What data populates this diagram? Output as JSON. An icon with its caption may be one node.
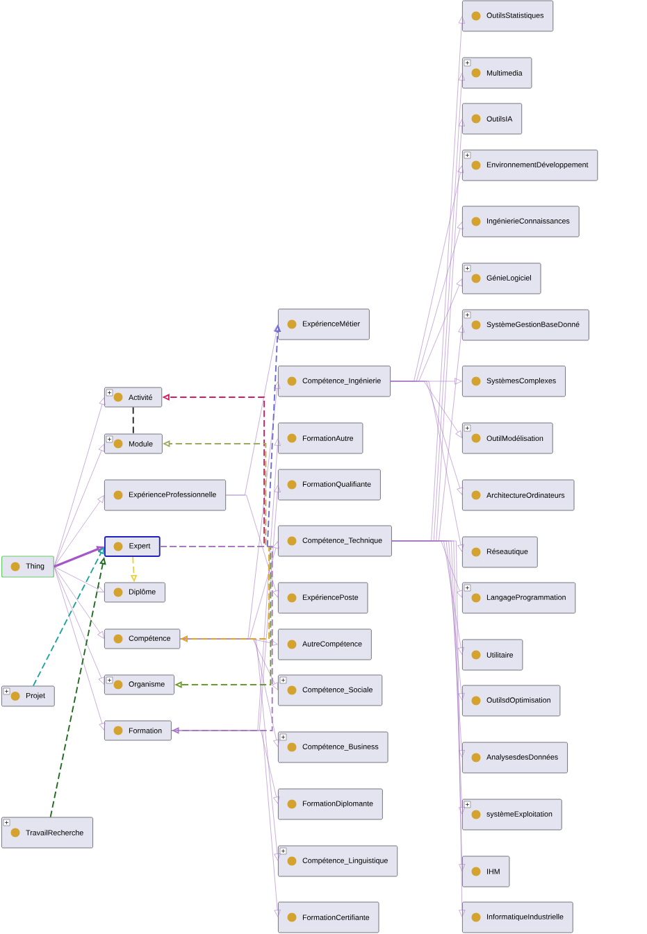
{
  "diagram": {
    "nodes": [
      {
        "text": [
          "Thing"
        ]
      },
      {
        "text": [
          "Activité"
        ]
      },
      {
        "text": [
          "Module"
        ]
      },
      {
        "text": [
          "ExpérienceProfessionnelle"
        ]
      },
      {
        "text": [
          "Expert"
        ]
      },
      {
        "text": [
          "Diplôme"
        ]
      },
      {
        "text": [
          "Compétence"
        ]
      },
      {
        "text": [
          "Organisme"
        ]
      },
      {
        "text": [
          "Formation"
        ]
      },
      {
        "text": [
          "Projet"
        ]
      },
      {
        "text": [
          "TravailRecherche"
        ]
      },
      {
        "text": [
          "ExpérienceMétier"
        ]
      },
      {
        "text": [
          "Compétence_Ingénierie"
        ]
      },
      {
        "text": [
          "FormationAutre"
        ]
      },
      {
        "text": [
          "FormationQualifiante"
        ]
      },
      {
        "text": [
          "Compétence_Technique"
        ]
      },
      {
        "text": [
          "ExpériencePoste"
        ]
      },
      {
        "text": [
          "AutreCompétence"
        ]
      },
      {
        "text": [
          "Compétence_Sociale"
        ]
      },
      {
        "text": [
          "Compétence_Business"
        ]
      },
      {
        "text": [
          "FormationDiplomante"
        ]
      },
      {
        "text": [
          "Compétence_Linguistique"
        ]
      },
      {
        "text": [
          "FormationCertifiante"
        ]
      },
      {
        "text": [
          "OutilsStatistiques"
        ]
      },
      {
        "text": [
          "Multimedia"
        ]
      },
      {
        "text": [
          "OutilsIA"
        ]
      },
      {
        "text": [
          "EnvironnementDéveloppement"
        ]
      },
      {
        "text": [
          "IngénierieConnaissances"
        ]
      },
      {
        "text": [
          "GénieLogiciel"
        ]
      },
      {
        "text": [
          "SystèmeGestionBaseDonné"
        ]
      },
      {
        "text": [
          "SystèmesComplexes"
        ]
      },
      {
        "text": [
          "OutilModélisation"
        ]
      },
      {
        "text": [
          "ArchitectureOrdinateurs"
        ]
      },
      {
        "text": [
          "Réseautique"
        ]
      },
      {
        "text": [
          "LangageProgrammation"
        ]
      },
      {
        "text": [
          "Utilitaire"
        ]
      },
      {
        "text": [
          "OutilsdOptimisation"
        ]
      },
      {
        "text": [
          "AnalysesdesDonnées"
        ]
      },
      {
        "text": [
          "systèmeExploitation"
        ]
      },
      {
        "text": [
          "IHM"
        ]
      },
      {
        "text": [
          "InformatiqueIndustrielle"
        ]
      }
    ],
    "edges": [
      {
        "from": 0,
        "to": 1,
        "arrow": "to"
      },
      {
        "from": 0,
        "to": 2,
        "arrow": "to"
      },
      {
        "from": 0,
        "to": 3,
        "arrow": "to"
      },
      {
        "from": 0,
        "to": 4,
        "arrow": "to",
        "style": "thick",
        "color": "#a656c8"
      },
      {
        "from": 0,
        "to": 5,
        "arrow": "to"
      },
      {
        "from": 0,
        "to": 6,
        "arrow": "to"
      },
      {
        "from": 0,
        "to": 7,
        "arrow": "to"
      },
      {
        "from": 0,
        "to": 8,
        "arrow": "to"
      },
      {
        "from": 3,
        "to": 11,
        "arrow": "to"
      },
      {
        "from": 3,
        "to": 16,
        "arrow": "to"
      },
      {
        "from": 6,
        "to": 12,
        "arrow": "to"
      },
      {
        "from": 6,
        "to": 15,
        "arrow": "to"
      },
      {
        "from": 6,
        "to": 17,
        "arrow": "to"
      },
      {
        "from": 6,
        "to": 18,
        "arrow": "to"
      },
      {
        "from": 6,
        "to": 19,
        "arrow": "to"
      },
      {
        "from": 6,
        "to": 21,
        "arrow": "to"
      },
      {
        "from": 8,
        "to": 13,
        "arrow": "to"
      },
      {
        "from": 8,
        "to": 14,
        "arrow": "to"
      },
      {
        "from": 8,
        "to": 20,
        "arrow": "to"
      },
      {
        "from": 8,
        "to": 22,
        "arrow": "to"
      },
      {
        "from": 12,
        "to": 26,
        "arrow": "to"
      },
      {
        "from": 12,
        "to": 27,
        "arrow": "to"
      },
      {
        "from": 12,
        "to": 28,
        "arrow": "to"
      },
      {
        "from": 12,
        "to": 30,
        "arrow": "to"
      },
      {
        "from": 12,
        "to": 31,
        "arrow": "to"
      },
      {
        "from": 12,
        "to": 32,
        "arrow": "to"
      },
      {
        "from": 12,
        "to": 33,
        "arrow": "to"
      },
      {
        "from": 15,
        "to": 23,
        "arrow": "to"
      },
      {
        "from": 15,
        "to": 24,
        "arrow": "to"
      },
      {
        "from": 15,
        "to": 25,
        "arrow": "to"
      },
      {
        "from": 15,
        "to": 29,
        "arrow": "to"
      },
      {
        "from": 15,
        "to": 34,
        "arrow": "to"
      },
      {
        "from": 15,
        "to": 35,
        "arrow": "to"
      },
      {
        "from": 15,
        "to": 36,
        "arrow": "to"
      },
      {
        "from": 15,
        "to": 37,
        "arrow": "to"
      },
      {
        "from": 15,
        "to": 38,
        "arrow": "to"
      },
      {
        "from": 15,
        "to": 39,
        "arrow": "to"
      },
      {
        "from": 15,
        "to": 40,
        "arrow": "to"
      },
      {
        "from": 1,
        "to": 2,
        "arrow": "none",
        "style": "dashed",
        "color": "#222222"
      },
      {
        "from": 4,
        "to": 1,
        "arrow": "to",
        "style": "dashed",
        "color": "#d81b60"
      },
      {
        "from": 4,
        "to": 2,
        "arrow": "to",
        "style": "dashed",
        "color": "#a0a860"
      },
      {
        "from": 4,
        "to": 11,
        "arrow": "to",
        "style": "dashed",
        "color": "#6a6ad8"
      },
      {
        "from": 4,
        "to": 6,
        "arrow": "to",
        "style": "dashed",
        "color": "#e8a020"
      },
      {
        "from": 4,
        "to": 5,
        "arrow": "to",
        "style": "dashed",
        "color": "#e8d040"
      },
      {
        "from": 4,
        "to": 7,
        "arrow": "to",
        "style": "dashed",
        "color": "#6a9a30"
      },
      {
        "from": 4,
        "to": 8,
        "arrow": "to",
        "style": "dashed"
      },
      {
        "from": 9,
        "to": 4,
        "arrow": "to",
        "style": "dashed",
        "color": "#1aa39a"
      },
      {
        "from": 10,
        "to": 4,
        "arrow": "to",
        "style": "dashed",
        "color": "#1a6a1a"
      }
    ]
  }
}
